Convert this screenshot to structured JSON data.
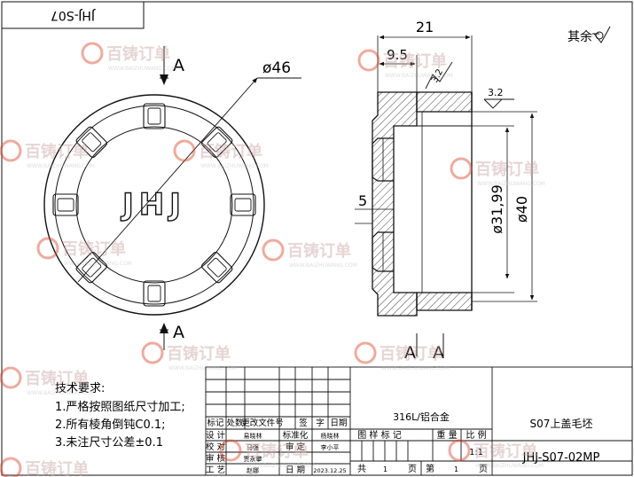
{
  "drawing": {
    "code_top": "JHJ-S07",
    "logo_text": "JHJ",
    "section_marker": "A",
    "roughness_other_label": "其余",
    "roughness_values": [
      "3.2",
      "3.2"
    ],
    "dimensions": {
      "outer_diameter": "ø46",
      "width_total": "21",
      "width_partial": "9.5",
      "gap": "5",
      "inner_diameter": "ø31,99",
      "outer_diameter_side": "ø40"
    }
  },
  "tech_req": {
    "title": "技术要求:",
    "items": [
      "1.严格按照图纸尺寸加工;",
      "2.所有棱角倒钝C0.1;",
      "3.未注尺寸公差±0.1"
    ]
  },
  "title_block": {
    "header_row": [
      "标记",
      "处数",
      "更改文件号",
      "签",
      "字",
      "日期"
    ],
    "material": "316L/铝合金",
    "part_name": "S07上盖毛坯",
    "part_code": "JHJ-S07-02MP",
    "scale": "1:1",
    "col_labels": {
      "drawing_mark": "图 样 标 记",
      "weight": "重 量",
      "ratio": "比 例"
    },
    "rows": [
      {
        "label": "设  计",
        "name": "易晓林",
        "label2": "标准化",
        "name2": "杨晓林"
      },
      {
        "label": "校  对",
        "name": "马强",
        "label2": "审  定",
        "name2": "李小平"
      },
      {
        "label": "审  核",
        "name": "贾永攀",
        "label2": "",
        "name2": ""
      },
      {
        "label": "工  艺",
        "name": "赵娜",
        "label2": "日  期",
        "name2": "2023.12.25"
      }
    ],
    "sheet_total_label": "共",
    "sheet_total": "1",
    "page_label": "页",
    "sheet_index_label": "第",
    "sheet_index": "1",
    "page_label2": "页"
  },
  "watermark": {
    "brand": "百铸订单",
    "url": "WWW.BAIZHUWANG.COM"
  }
}
